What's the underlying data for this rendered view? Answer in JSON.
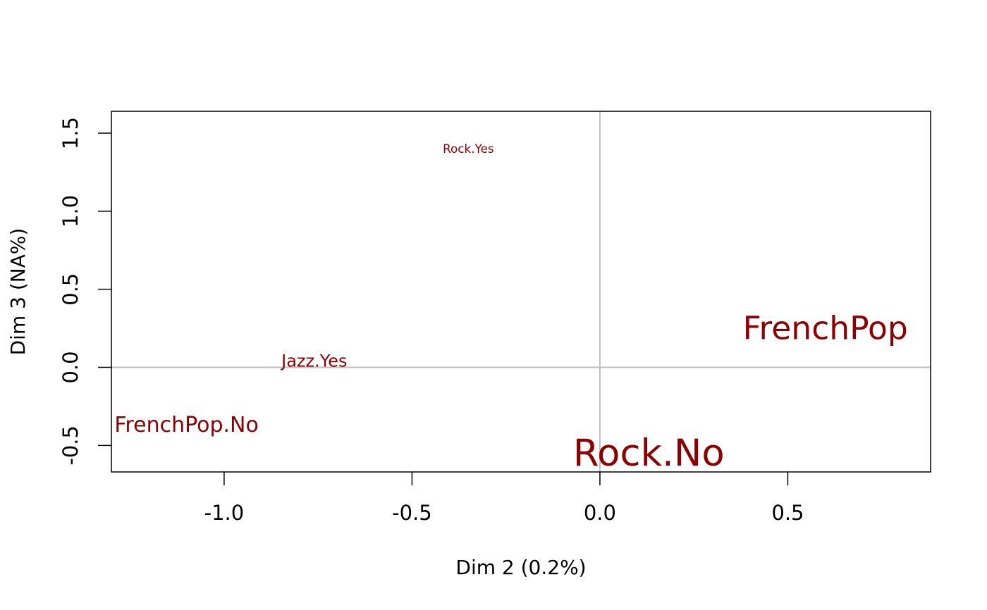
{
  "chart_data": {
    "type": "scatter",
    "title": "",
    "xlabel": "Dim 2 (0.2%)",
    "ylabel": "Dim 3 (NA%)",
    "xlim": [
      -1.3,
      0.88
    ],
    "ylim": [
      -0.67,
      1.64
    ],
    "x_ticks": [
      -1.0,
      -0.5,
      0.0,
      0.5
    ],
    "x_tick_labels": [
      "-1.0",
      "-0.5",
      "0.0",
      "0.5"
    ],
    "y_ticks": [
      -0.5,
      0.0,
      0.5,
      1.0,
      1.5
    ],
    "y_tick_labels": [
      "-0.5",
      "0.0",
      "0.5",
      "1.0",
      "1.5"
    ],
    "reference_lines": {
      "x": 0,
      "y": 0
    },
    "reference_line_color": "#bebebe",
    "label_color": "#8b0000",
    "grid": false,
    "points": [
      {
        "label": "Rock.Yes",
        "x": -0.35,
        "y": 1.4,
        "size": 0.7
      },
      {
        "label": "Jazz.Yes",
        "x": -0.76,
        "y": 0.04,
        "size": 1.0
      },
      {
        "label": "FrenchPop.No",
        "x": -1.1,
        "y": -0.37,
        "size": 1.25
      },
      {
        "label": "Rock.No",
        "x": 0.13,
        "y": -0.55,
        "size": 2.2
      },
      {
        "label": "FrenchPop",
        "x": 0.6,
        "y": 0.25,
        "size": 1.9
      }
    ]
  }
}
